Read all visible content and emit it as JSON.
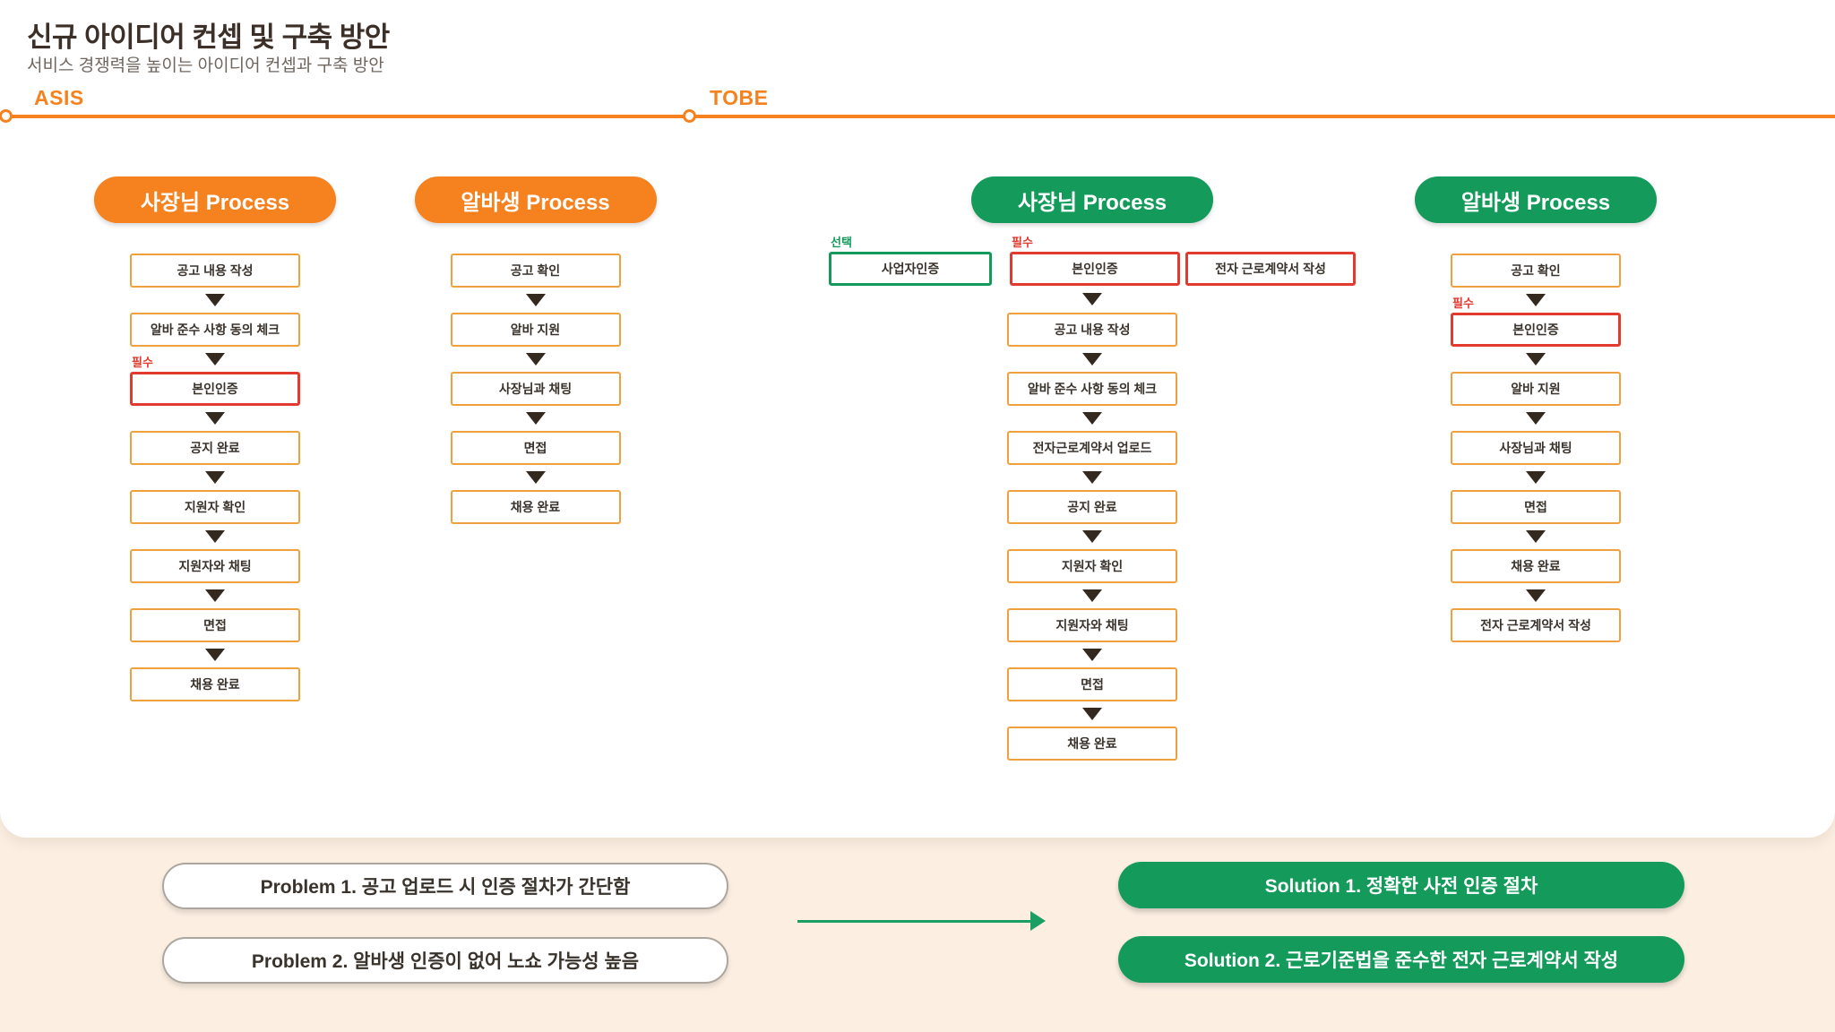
{
  "header": {
    "title": "신규 아이디어 컨셉 및 구축 방안",
    "subtitle": "서비스 경쟁력을 높이는 아이디어 컨셉과 구축 방안"
  },
  "sections": {
    "asis": "ASIS",
    "tobe": "TOBE"
  },
  "asis": {
    "boss": {
      "header": "사장님 Process",
      "steps": [
        {
          "label": "공고 내용 작성"
        },
        {
          "label": "알바 준수 사항 동의 체크"
        },
        {
          "label": "본인인증",
          "badge": "필수",
          "style": "required"
        },
        {
          "label": "공지 완료"
        },
        {
          "label": "지원자 확인"
        },
        {
          "label": "지원자와 채팅"
        },
        {
          "label": "면접"
        },
        {
          "label": "채용 완료"
        }
      ]
    },
    "worker": {
      "header": "알바생 Process",
      "steps": [
        {
          "label": "공고 확인"
        },
        {
          "label": "알바 지원"
        },
        {
          "label": "사장님과 채팅"
        },
        {
          "label": "면접"
        },
        {
          "label": "채용 완료"
        }
      ]
    }
  },
  "tobe": {
    "boss": {
      "header": "사장님 Process",
      "pre": {
        "optional_badge": "선택",
        "optional_label": "사업자인증",
        "required_badge": "필수",
        "required_label_1": "본인인증",
        "required_label_2": "전자 근로계약서 작성"
      },
      "steps": [
        {
          "label": "공고 내용 작성"
        },
        {
          "label": "알바 준수 사항 동의 체크"
        },
        {
          "label": "전자근로계약서 업로드"
        },
        {
          "label": "공지 완료"
        },
        {
          "label": "지원자 확인"
        },
        {
          "label": "지원자와 채팅"
        },
        {
          "label": "면접"
        },
        {
          "label": "채용 완료"
        }
      ]
    },
    "worker": {
      "header": "알바생 Process",
      "steps": [
        {
          "label": "공고 확인"
        },
        {
          "label": "본인인증",
          "badge": "필수",
          "style": "required"
        },
        {
          "label": "알바 지원"
        },
        {
          "label": "사장님과 채팅"
        },
        {
          "label": "면접"
        },
        {
          "label": "채용 완료"
        },
        {
          "label": "전자 근로계약서 작성"
        }
      ]
    }
  },
  "bottom": {
    "problem_1": "Problem 1. 공고 업로드 시 인증 절차가 간단함",
    "problem_2": "Problem 2. 알바생 인증이 없어 노쇼 가능성 높음",
    "solution_1": "Solution 1. 정확한 사전 인증 절차",
    "solution_2": "Solution 2. 근로기준법을 준수한 전자 근로계약서 작성"
  },
  "colors": {
    "orange": "#f5821f",
    "green": "#149b5b",
    "red": "#e23a2e",
    "background": "#fcefe2"
  }
}
